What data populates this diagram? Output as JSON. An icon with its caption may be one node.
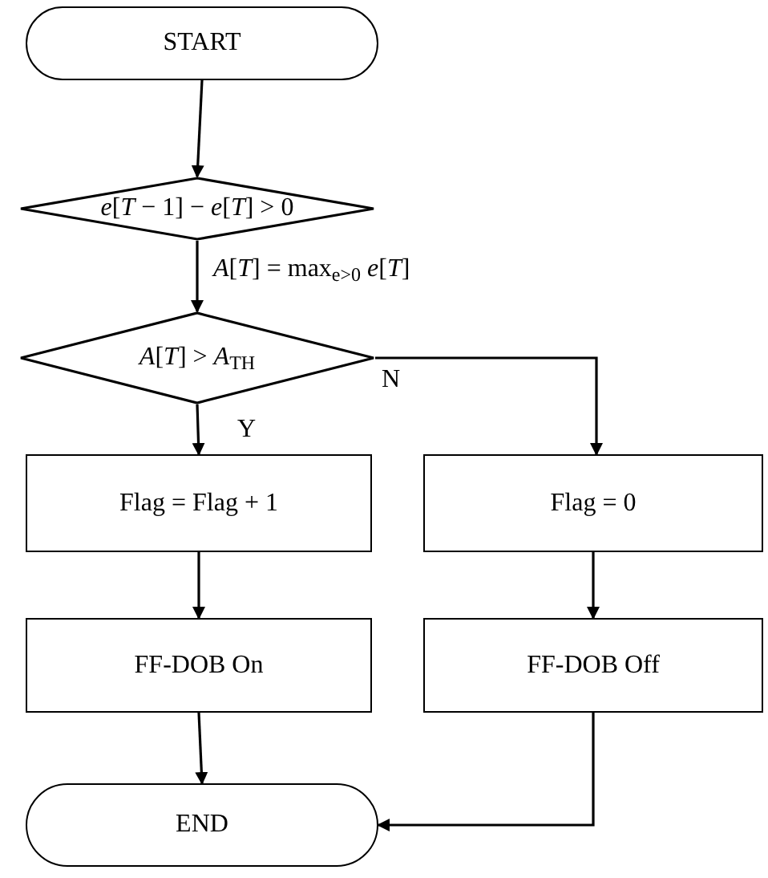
{
  "diagram": {
    "nodes": [
      {
        "text": [
          "START"
        ]
      },
      {
        "text": [
          "*e*[*T* − 1] − *e*[*T*] > 0"
        ]
      },
      {
        "text": [
          "*A*[*T*] > *A*$_{TH}$"
        ]
      },
      {
        "text": [
          "Flag = Flag + 1"
        ]
      },
      {
        "text": [
          "Flag = 0"
        ]
      },
      {
        "text": [
          "FF-DOB On"
        ]
      },
      {
        "text": [
          "FF-DOB Off"
        ]
      },
      {
        "text": [
          "END"
        ]
      }
    ],
    "edges": [
      {
        "from": 0,
        "to": 1,
        "arrow": "to"
      },
      {
        "from": 1,
        "to": 2,
        "arrow": "to",
        "label": "*A*[*T*] = max$_{e>0}$ *e*[*T*]"
      },
      {
        "from": 2,
        "to": 3,
        "arrow": "to",
        "label": "Y"
      },
      {
        "from": 2,
        "to": 4,
        "arrow": "to",
        "label": "N"
      },
      {
        "from": 3,
        "to": 5,
        "arrow": "to"
      },
      {
        "from": 4,
        "to": 6,
        "arrow": "to"
      },
      {
        "from": 5,
        "to": 7,
        "arrow": "to"
      },
      {
        "from": 6,
        "to": 7,
        "arrow": "to"
      }
    ]
  }
}
